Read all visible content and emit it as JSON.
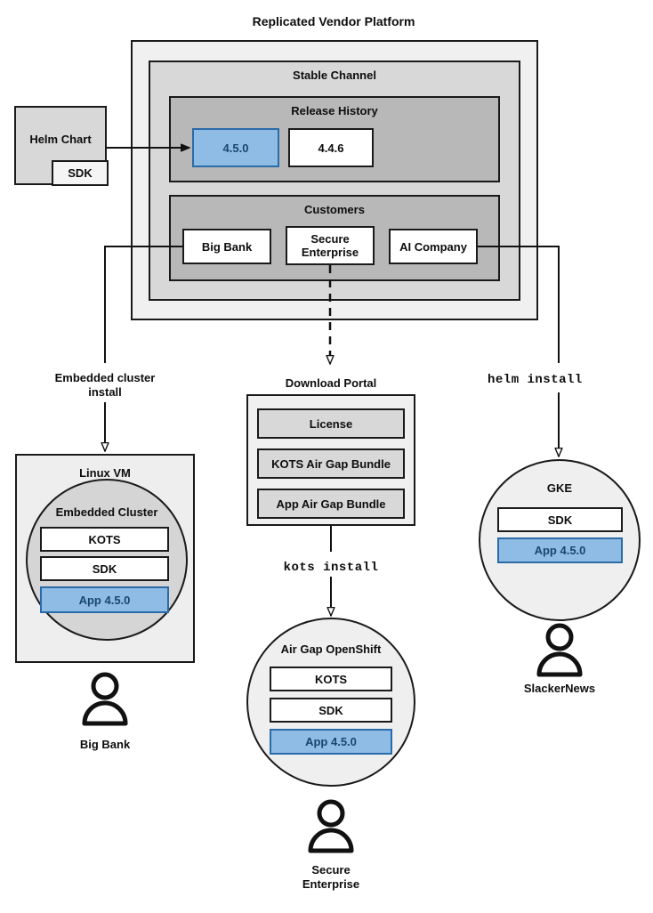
{
  "diagram": {
    "title": "Replicated Vendor Platform",
    "platform": {
      "channel_title": "Stable Channel",
      "release_history": {
        "title": "Release History",
        "releases": [
          {
            "version": "4.5.0",
            "state": "current"
          },
          {
            "version": "4.4.6",
            "state": "previous"
          }
        ]
      },
      "customers": {
        "title": "Customers",
        "items": [
          "Big Bank",
          "Secure\nEnterprise",
          "AI Company"
        ]
      }
    },
    "helm_chart": {
      "title": "Helm Chart",
      "sdk_label": "SDK"
    },
    "edges": [
      {
        "from": "helm-chart",
        "to": "release-4.5.0",
        "label": "",
        "style": "solid"
      },
      {
        "from": "big-bank",
        "to": "linux-vm",
        "label": "Embedded cluster\ninstall",
        "style": "solid"
      },
      {
        "from": "secure-enterprise",
        "to": "download-portal",
        "label": "",
        "style": "dashed"
      },
      {
        "from": "download-portal",
        "to": "air-gap-openshift",
        "label": "kots install",
        "style": "solid"
      },
      {
        "from": "ai-company",
        "to": "gke",
        "label": "helm install",
        "style": "solid"
      }
    ],
    "edge_labels": {
      "embedded_cluster_install_line1": "Embedded cluster",
      "embedded_cluster_install_line2": "install",
      "kots_install": "kots install",
      "helm_install": "helm install"
    },
    "linux_vm": {
      "title": "Linux VM",
      "cluster_title": "Embedded Cluster",
      "components": [
        {
          "label": "KOTS",
          "style": "white"
        },
        {
          "label": "SDK",
          "style": "white"
        },
        {
          "label": "App 4.5.0",
          "style": "blue"
        }
      ],
      "persona": "Big Bank"
    },
    "download_portal": {
      "title": "Download Portal",
      "artifacts": [
        "License",
        "KOTS Air Gap Bundle",
        "App Air Gap Bundle"
      ]
    },
    "air_gap_openshift": {
      "title": "Air Gap OpenShift",
      "components": [
        {
          "label": "KOTS",
          "style": "white"
        },
        {
          "label": "SDK",
          "style": "white"
        },
        {
          "label": "App 4.5.0",
          "style": "blue"
        }
      ],
      "persona_line1": "Secure",
      "persona_line2": "Enterprise"
    },
    "gke": {
      "title": "GKE",
      "components": [
        {
          "label": "SDK",
          "style": "white"
        },
        {
          "label": "App 4.5.0",
          "style": "blue"
        }
      ],
      "persona": "SlackerNews"
    },
    "colors": {
      "accent_blue_fill": "#8fbce4",
      "accent_blue_border": "#2a6ba8",
      "accent_blue_text": "#16476f",
      "outer_gray": "#f0f0f0",
      "mid_gray": "#d8d8d8",
      "inner_gray": "#b8b8b8",
      "stroke": "#1a1a1a"
    }
  }
}
